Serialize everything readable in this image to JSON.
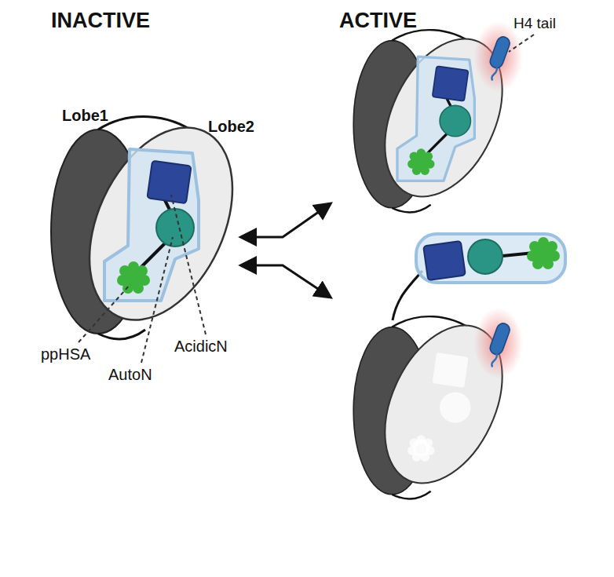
{
  "diagram": {
    "nodes": [
      {
        "text": [
          "Lobe1"
        ]
      },
      {
        "text": [
          "Lobe2"
        ]
      }
    ],
    "labels": [
      "INACTIVE",
      "ACTIVE",
      "H4 tail",
      "ppHSA",
      "AutoN",
      "AcidicN"
    ]
  }
}
